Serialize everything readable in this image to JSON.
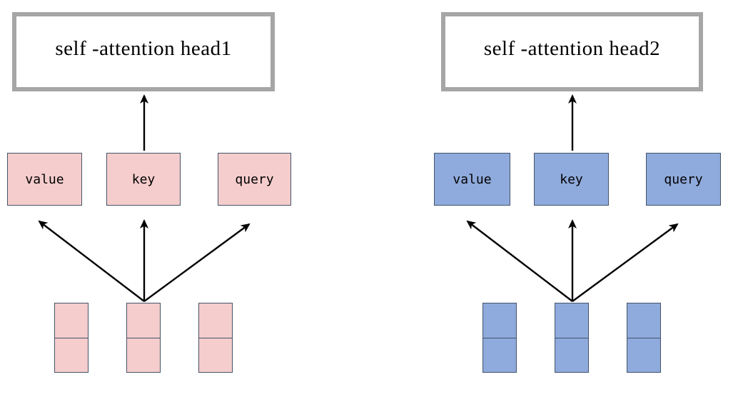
{
  "heads": [
    {
      "title": "self -attention head1",
      "boxes": [
        "value",
        "key",
        "query"
      ],
      "fill_color": "#f4cdcc",
      "token_columns": 3,
      "cells_per_column": 2
    },
    {
      "title": "self -attention head2",
      "boxes": [
        "value",
        "key",
        "query"
      ],
      "fill_color": "#8faadc",
      "token_columns": 3,
      "cells_per_column": 2
    }
  ],
  "colors": {
    "head_box_border": "#a6a6a6",
    "shape_border": "#44546a",
    "arrow": "#000000",
    "background": "#ffffff"
  }
}
